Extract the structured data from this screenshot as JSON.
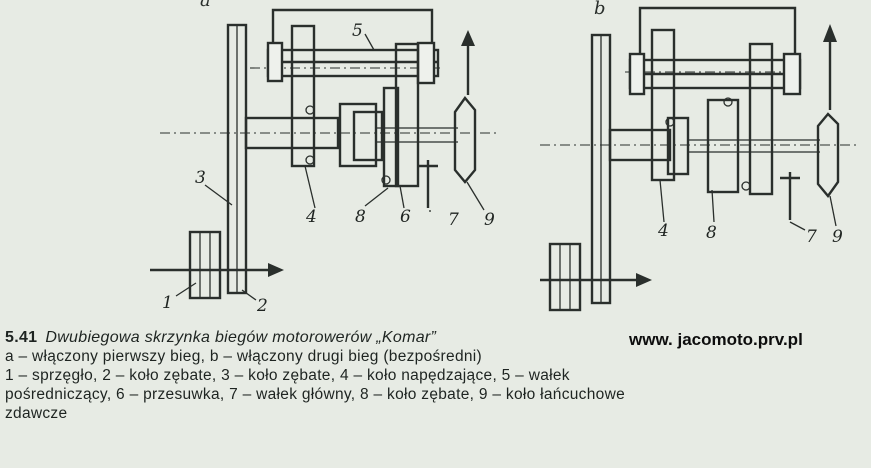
{
  "diagram": {
    "left_panel_label": "a",
    "right_panel_label": "b",
    "part_labels": [
      "1",
      "2",
      "3",
      "4",
      "5",
      "6",
      "7",
      "8",
      "9"
    ],
    "right_part_labels": [
      "4",
      "8",
      "7",
      "9"
    ]
  },
  "caption": {
    "figure_number": "5.41",
    "title": "Dwubiegowa skrzynka biegów motorowerów „Komar”",
    "line1": "a – włączony pierwszy bieg, b – włączony drugi bieg (bezpośredni)",
    "line2": "1 – sprzęgło, 2 – koło zębate, 3 – koło zębate, 4 – koło napędzające, 5 – wałek",
    "line3": "pośredniczący, 6 – przesuwka, 7 – wałek główny, 8 – koło zębate, 9 – koło łańcuchowe",
    "line4": "zdawcze"
  },
  "watermark": "www. jacomoto.prv.pl"
}
